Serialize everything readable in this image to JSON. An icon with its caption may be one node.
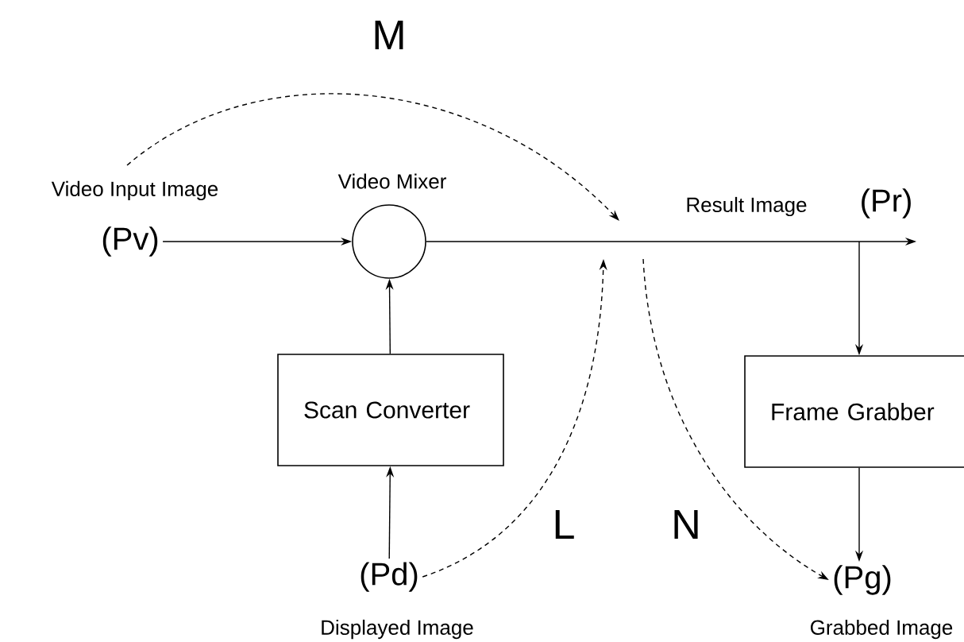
{
  "diagram": {
    "nodes": [
      {
        "text": [
          "(Pv)"
        ],
        "beside": [
          "Video Input Image"
        ]
      },
      {
        "text": [],
        "shape": "circle",
        "beside": [
          "Video Mixer"
        ]
      },
      {
        "text": [
          "(Pr)"
        ],
        "beside": [
          "Result Image"
        ]
      },
      {
        "text": [
          "Scan Converter"
        ]
      },
      {
        "text": [
          "Frame Grabber"
        ]
      },
      {
        "text": [
          "(Pd)"
        ],
        "beside": [
          "Displayed Image"
        ]
      },
      {
        "text": [
          "(Pg)"
        ],
        "beside": [
          "Grabbed Image"
        ]
      }
    ],
    "edges": [
      {
        "from": 0,
        "to": 1,
        "arrow": "to"
      },
      {
        "from": 1,
        "to": 2,
        "arrow": "to"
      },
      {
        "from": 3,
        "to": 1,
        "arrow": "to"
      },
      {
        "from": 5,
        "to": 3,
        "arrow": "to"
      },
      {
        "from": 2,
        "to": 4,
        "arrow": "to"
      },
      {
        "from": 4,
        "to": 6,
        "arrow": "to"
      },
      {
        "from": 0,
        "to": null,
        "arrow": "to",
        "style": "dashed",
        "label": "M"
      },
      {
        "from": 5,
        "to": null,
        "arrow": "to",
        "style": "dashed",
        "label": "L"
      },
      {
        "from": null,
        "to": 6,
        "arrow": "to",
        "style": "dashed",
        "label": "N"
      }
    ]
  }
}
